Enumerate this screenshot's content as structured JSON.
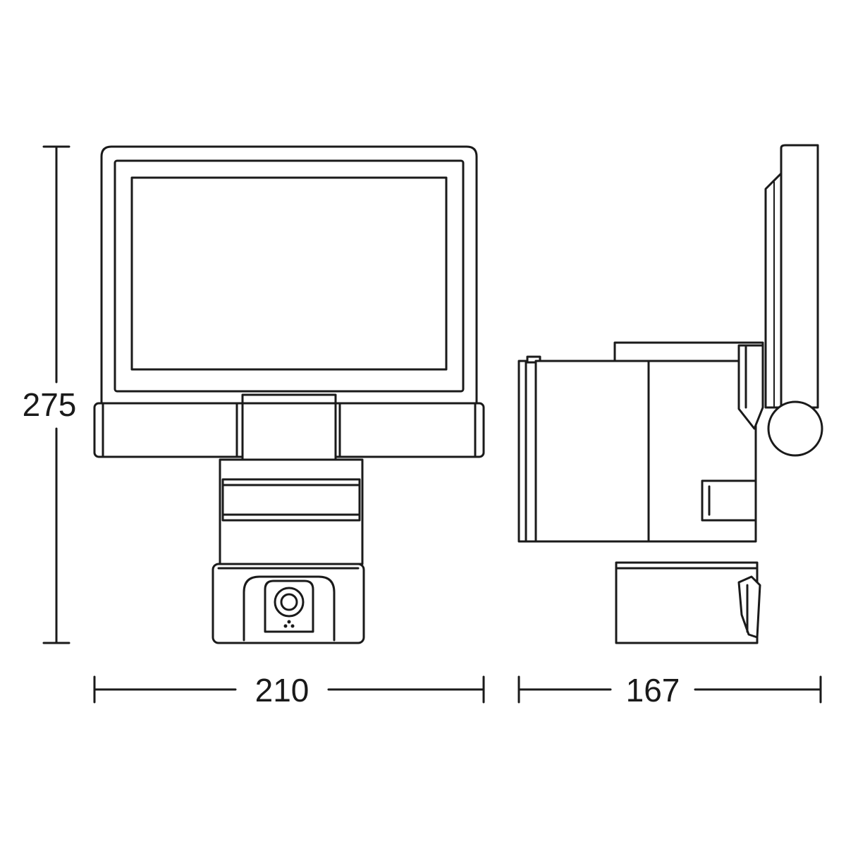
{
  "dimensions": {
    "height_label": "275",
    "front_width_label": "210",
    "side_depth_label": "167"
  }
}
